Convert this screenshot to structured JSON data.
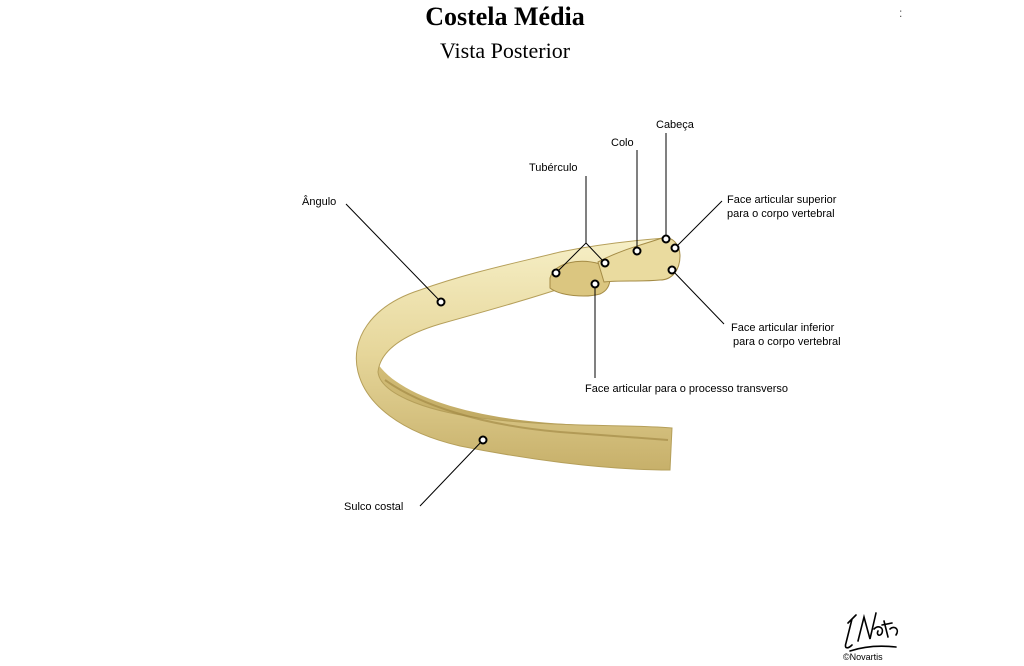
{
  "title": "Costela Média",
  "subtitle": "Vista Posterior",
  "edge_mark": ":",
  "labels": {
    "cabeca": "Cabeça",
    "colo": "Colo",
    "tuberculo": "Tubérculo",
    "angulo": "Ângulo",
    "face_sup_1": "Face articular superior",
    "face_sup_2": "para o corpo vertebral",
    "face_inf_1": "Face articular inferior",
    "face_inf_2": "para o corpo vertebral",
    "face_transverso": "Face articular para o processo transverso",
    "sulco": "Sulco costal"
  },
  "signature": {
    "text": "F. Netter",
    "copyright": "©Novartis"
  },
  "colors": {
    "bone_light": "#f3e9b8",
    "bone_mid": "#e0cf8c",
    "bone_shadow": "#b9a35c",
    "leader": "#000000"
  }
}
